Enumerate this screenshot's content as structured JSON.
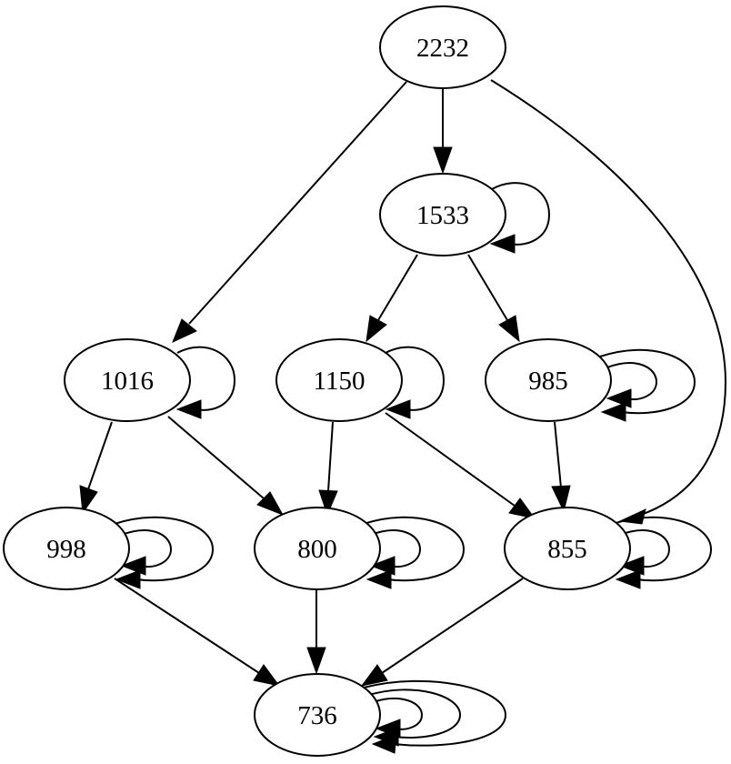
{
  "graph": {
    "nodes": [
      {
        "id": "n2232",
        "label": "2232"
      },
      {
        "id": "n1533",
        "label": "1533"
      },
      {
        "id": "n1016",
        "label": "1016"
      },
      {
        "id": "n1150",
        "label": "1150"
      },
      {
        "id": "n985",
        "label": "985"
      },
      {
        "id": "n998",
        "label": "998"
      },
      {
        "id": "n800",
        "label": "800"
      },
      {
        "id": "n855",
        "label": "855"
      },
      {
        "id": "n736",
        "label": "736"
      }
    ],
    "edges": [
      {
        "from": "2232",
        "to": "1533"
      },
      {
        "from": "2232",
        "to": "1016"
      },
      {
        "from": "2232",
        "to": "855"
      },
      {
        "from": "1533",
        "to": "1533"
      },
      {
        "from": "1533",
        "to": "1150"
      },
      {
        "from": "1533",
        "to": "985"
      },
      {
        "from": "1016",
        "to": "1016"
      },
      {
        "from": "1016",
        "to": "998"
      },
      {
        "from": "1016",
        "to": "800"
      },
      {
        "from": "1150",
        "to": "1150"
      },
      {
        "from": "1150",
        "to": "800"
      },
      {
        "from": "1150",
        "to": "855"
      },
      {
        "from": "985",
        "to": "985"
      },
      {
        "from": "985",
        "to": "985"
      },
      {
        "from": "985",
        "to": "855"
      },
      {
        "from": "998",
        "to": "998"
      },
      {
        "from": "998",
        "to": "998"
      },
      {
        "from": "998",
        "to": "736"
      },
      {
        "from": "800",
        "to": "800"
      },
      {
        "from": "800",
        "to": "800"
      },
      {
        "from": "800",
        "to": "736"
      },
      {
        "from": "855",
        "to": "855"
      },
      {
        "from": "855",
        "to": "855"
      },
      {
        "from": "855",
        "to": "736"
      },
      {
        "from": "736",
        "to": "736"
      },
      {
        "from": "736",
        "to": "736"
      },
      {
        "from": "736",
        "to": "736"
      }
    ]
  }
}
